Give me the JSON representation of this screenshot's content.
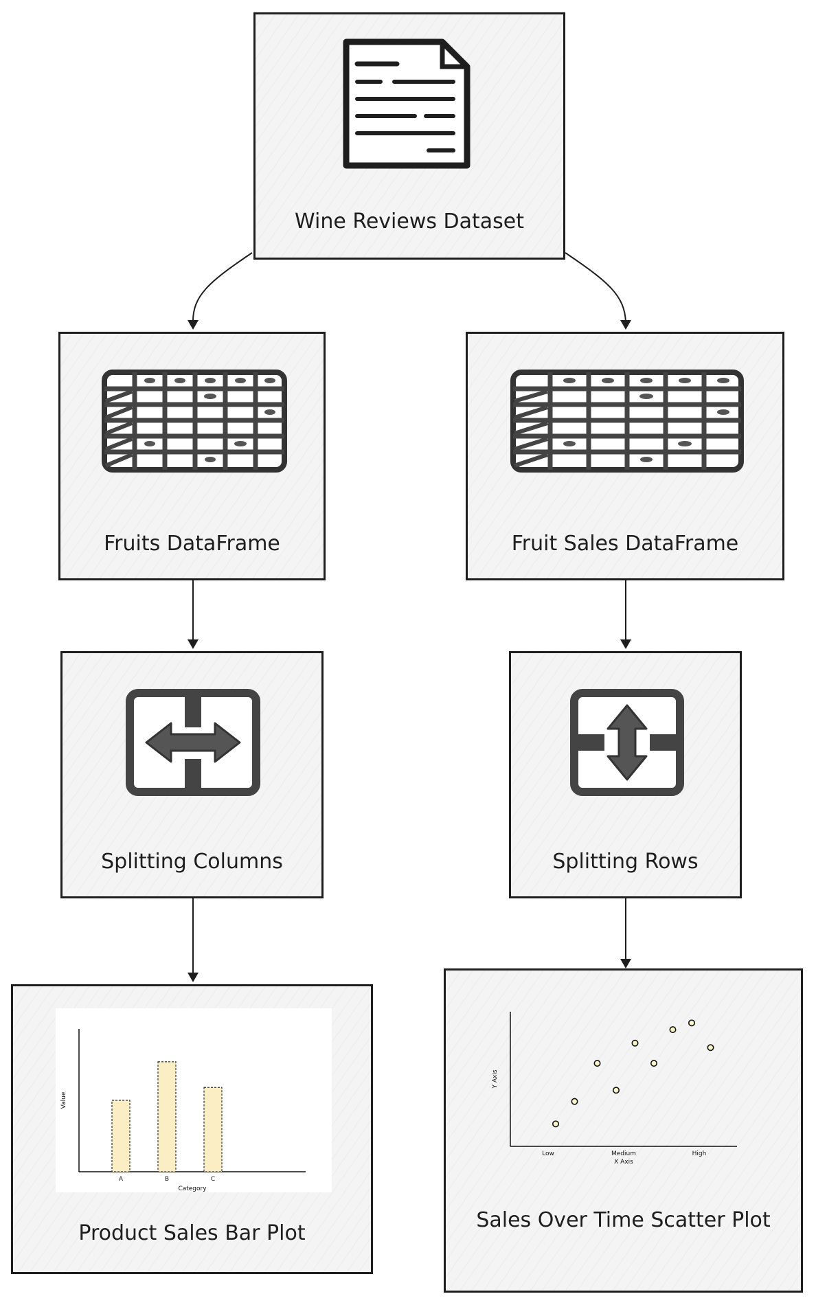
{
  "nodes": {
    "wine": {
      "label": "Wine Reviews Dataset",
      "icon": "document-icon"
    },
    "fruits": {
      "label": "Fruits DataFrame",
      "icon": "table-icon"
    },
    "fruit_sales": {
      "label": "Fruit Sales DataFrame",
      "icon": "table-icon"
    },
    "split_cols": {
      "label": "Splitting Columns",
      "icon": "split-horizontal-icon"
    },
    "split_rows": {
      "label": "Splitting Rows",
      "icon": "split-vertical-icon"
    },
    "bar_plot": {
      "label": "Product Sales Bar Plot",
      "icon": "bar-chart-icon"
    },
    "scatter_plot": {
      "label": "Sales Over Time Scatter Plot",
      "icon": "scatter-chart-icon"
    }
  },
  "edges": [
    {
      "from": "wine",
      "to": "fruits"
    },
    {
      "from": "wine",
      "to": "fruit_sales"
    },
    {
      "from": "fruits",
      "to": "split_cols"
    },
    {
      "from": "fruit_sales",
      "to": "split_rows"
    },
    {
      "from": "split_cols",
      "to": "bar_plot"
    },
    {
      "from": "split_rows",
      "to": "scatter_plot"
    }
  ],
  "colors": {
    "stroke": "#1e1e1e",
    "node_fill": "#f4f4f4",
    "bar_fill": "#fbeec4",
    "point_fill": "#fdf6c8"
  },
  "chart_data": [
    {
      "type": "bar",
      "categories": [
        "A",
        "B",
        "C"
      ],
      "values": [
        50,
        77,
        59
      ],
      "xlabel": "Category",
      "ylabel": "Value",
      "ylim": [
        0,
        100
      ]
    },
    {
      "type": "scatter",
      "x_categories": [
        "Low",
        "Medium",
        "High"
      ],
      "x": [
        0.1,
        0.35,
        0.65,
        0.9,
        1.15,
        1.4,
        1.65,
        1.9,
        2.15
      ],
      "y": [
        10,
        20,
        37,
        25,
        46,
        37,
        52,
        55,
        44
      ],
      "xlabel": "X Axis",
      "ylabel": "Y Axis",
      "xlim": [
        -0.5,
        2.5
      ],
      "ylim": [
        0,
        60
      ]
    }
  ]
}
